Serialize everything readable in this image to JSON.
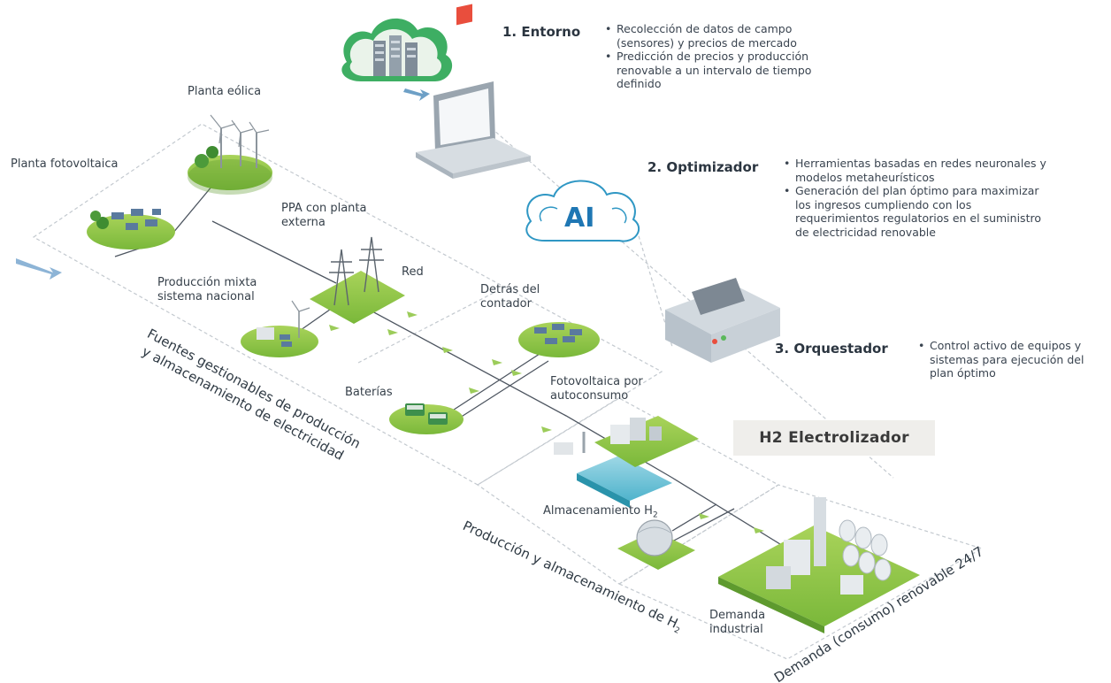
{
  "steps": [
    {
      "title": "1. Entorno",
      "bullets": [
        "Recolección de datos de campo (sensores) y precios de mercado",
        "Predicción de precios y producción renovable a un intervalo de tiempo definido"
      ]
    },
    {
      "title": "2. Optimizador",
      "bullets": [
        "Herramientas basadas en redes neuronales y modelos metaheurísticos",
        "Generación del plan óptimo para maximizar los ingresos cumpliendo con los requerimientos regulatorios en el suministro de electricidad renovable"
      ]
    },
    {
      "title": "3. Orquestador",
      "bullets": [
        "Control activo de equipos y sistemas para ejecución del plan óptimo"
      ]
    }
  ],
  "ai_label": "AI",
  "labels": {
    "planta_eolica": "Planta eólica",
    "planta_fotovoltaica": "Planta fotovoltaica",
    "ppa": "PPA con planta externa",
    "red": "Red",
    "produccion_mixta": "Producción mixta sistema nacional",
    "detras_contador": "Detrás del contador",
    "baterias": "Baterías",
    "fotovoltaica_autoconsumo": "Fotovoltaica por autoconsumo",
    "almacenamiento": "Almacenamiento H",
    "almacenamiento_sub": "2",
    "demanda_industrial": "Demanda industrial",
    "h2_tag": "H2 Electrolizador"
  },
  "rotated": {
    "fuentes_line1": "Fuentes gestionables de producción",
    "fuentes_line2": "y almacenamiento de electricidad",
    "produccion_h2": "Producción y almacenamiento de H",
    "produccion_h2_sub": "2",
    "demanda": "Demanda (consumo) renovable 24/7"
  },
  "colors": {
    "green": "#8cc63f",
    "green_dark": "#5e9a2e",
    "teal": "#33b0c6",
    "dashed": "#c3c9cf",
    "line": "#4d5560",
    "arrow_blue": "#8db4d6"
  }
}
